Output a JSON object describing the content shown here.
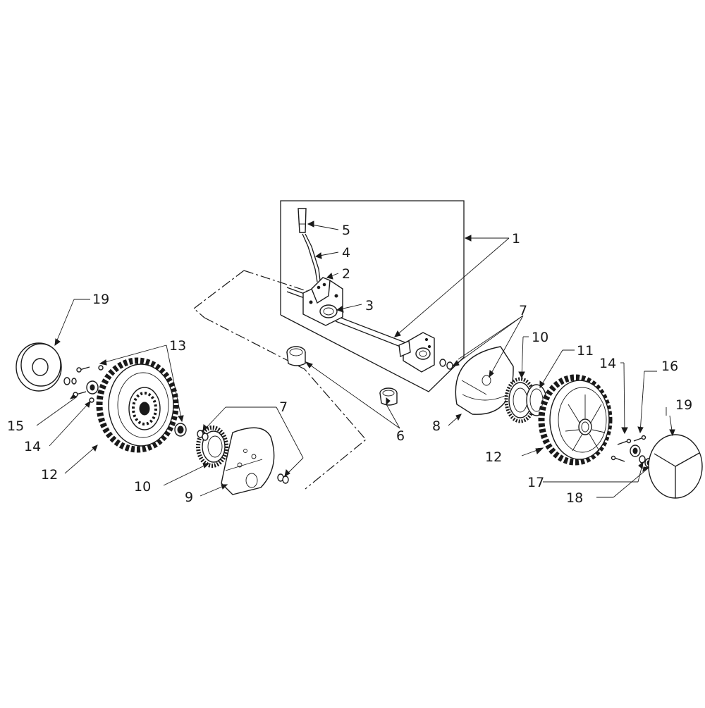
{
  "diagram": {
    "callouts": {
      "c1": "1",
      "c2": "2",
      "c3": "3",
      "c4": "4",
      "c5": "5",
      "c6": "6",
      "c7_top": "7",
      "c7_left": "7",
      "c8": "8",
      "c9": "9",
      "c10_right": "10",
      "c10_left": "10",
      "c11": "11",
      "c12_left": "12",
      "c12_right": "12",
      "c13": "13",
      "c14_left": "14",
      "c14_right": "14",
      "c15": "15",
      "c16": "16",
      "c17": "17",
      "c18": "18",
      "c19_left": "19",
      "c19_right": "19"
    },
    "parts": [
      "handle",
      "bracket",
      "bushing",
      "shift-rod",
      "knob",
      "cup-bushing",
      "washer",
      "dust-cover-right",
      "dust-cover-left",
      "gear",
      "gear-ring",
      "wheel",
      "bearing",
      "bolt",
      "screw",
      "nut",
      "hub-cap",
      "wheel-cover"
    ]
  }
}
